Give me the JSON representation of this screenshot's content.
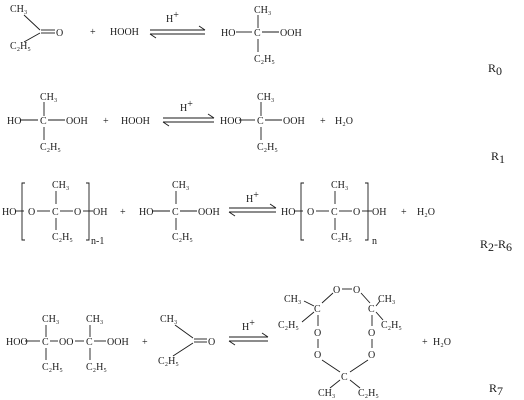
{
  "reactions": [
    {
      "label": "R",
      "label_sub": "0",
      "catalyst": "H",
      "catalyst_sup": "+",
      "plus_1": "+",
      "reactant_2": "HOOH",
      "product": {
        "methyl": "CH₃",
        "left_group": "HO",
        "center": "C",
        "right_group": "OOH",
        "ethyl": "C₂H₅"
      },
      "ketone": {
        "methyl": "CH₃",
        "ethyl": "C₂H₅",
        "carbonyl": "O"
      }
    },
    {
      "label": "R",
      "label_sub": "1",
      "catalyst": "H",
      "catalyst_sup": "+",
      "plus_1": "+",
      "reactant_2": "HOOH",
      "plus_2": "+",
      "byproduct": "H₂O",
      "reactant_1": {
        "methyl": "CH₃",
        "left_group": "HO",
        "center": "C",
        "right_group": "OOH",
        "ethyl": "C₂H₅"
      },
      "product": {
        "methyl": "CH₃",
        "left_group": "HOO",
        "center": "C",
        "right_group": "OOH",
        "ethyl": "C₂H₅"
      }
    },
    {
      "label": "R",
      "label_sub": "2",
      "label_range": "-R",
      "label_sub_2": "6",
      "catalyst": "H",
      "catalyst_sup": "+",
      "plus_1": "+",
      "plus_2": "+",
      "byproduct": "H₂O",
      "polymer_1": {
        "end_left": "HO",
        "o_left": "O",
        "center": "C",
        "o_right": "O",
        "end_right": "OH",
        "methyl": "CH₃",
        "ethyl": "C₂H₅",
        "repeat": "n-1"
      },
      "reactant_2": {
        "methyl": "CH₃",
        "left_group": "HO",
        "center": "C",
        "right_group": "OOH",
        "ethyl": "C₂H₅"
      },
      "polymer_2": {
        "end_left": "HO",
        "o_left": "O",
        "center": "C",
        "o_right": "O",
        "end_right": "OH",
        "methyl": "CH₃",
        "ethyl": "C₂H₅",
        "repeat": "n"
      }
    },
    {
      "label": "R",
      "label_sub": "7",
      "catalyst": "H",
      "catalyst_sup": "+",
      "plus_1": "+",
      "plus_2": "+",
      "byproduct": "H₂O",
      "dimer": {
        "left_group": "HOO",
        "c1": "C",
        "bridge": "OO",
        "c2": "C",
        "right_group": "OOH",
        "methyl_1": "CH₃",
        "methyl_2": "CH₃",
        "ethyl_1": "C₂H₅",
        "ethyl_2": "C₂H₅"
      },
      "ketone": {
        "methyl": "CH₃",
        "ethyl": "C₂H₅",
        "carbonyl": "O"
      },
      "ring": {
        "o_top_1": "O",
        "o_top_2": "O",
        "c_left": "C",
        "c_right": "C",
        "c_bottom": "C",
        "o_left_1": "O",
        "o_left_2": "O",
        "o_right_1": "O",
        "o_right_2": "O",
        "methyl_left": "CH₃",
        "ethyl_left": "C₂H₅",
        "methyl_right": "CH₃",
        "ethyl_right": "C₂H₅",
        "methyl_bottom": "CH₃",
        "ethyl_bottom": "C₂H₅"
      }
    }
  ]
}
